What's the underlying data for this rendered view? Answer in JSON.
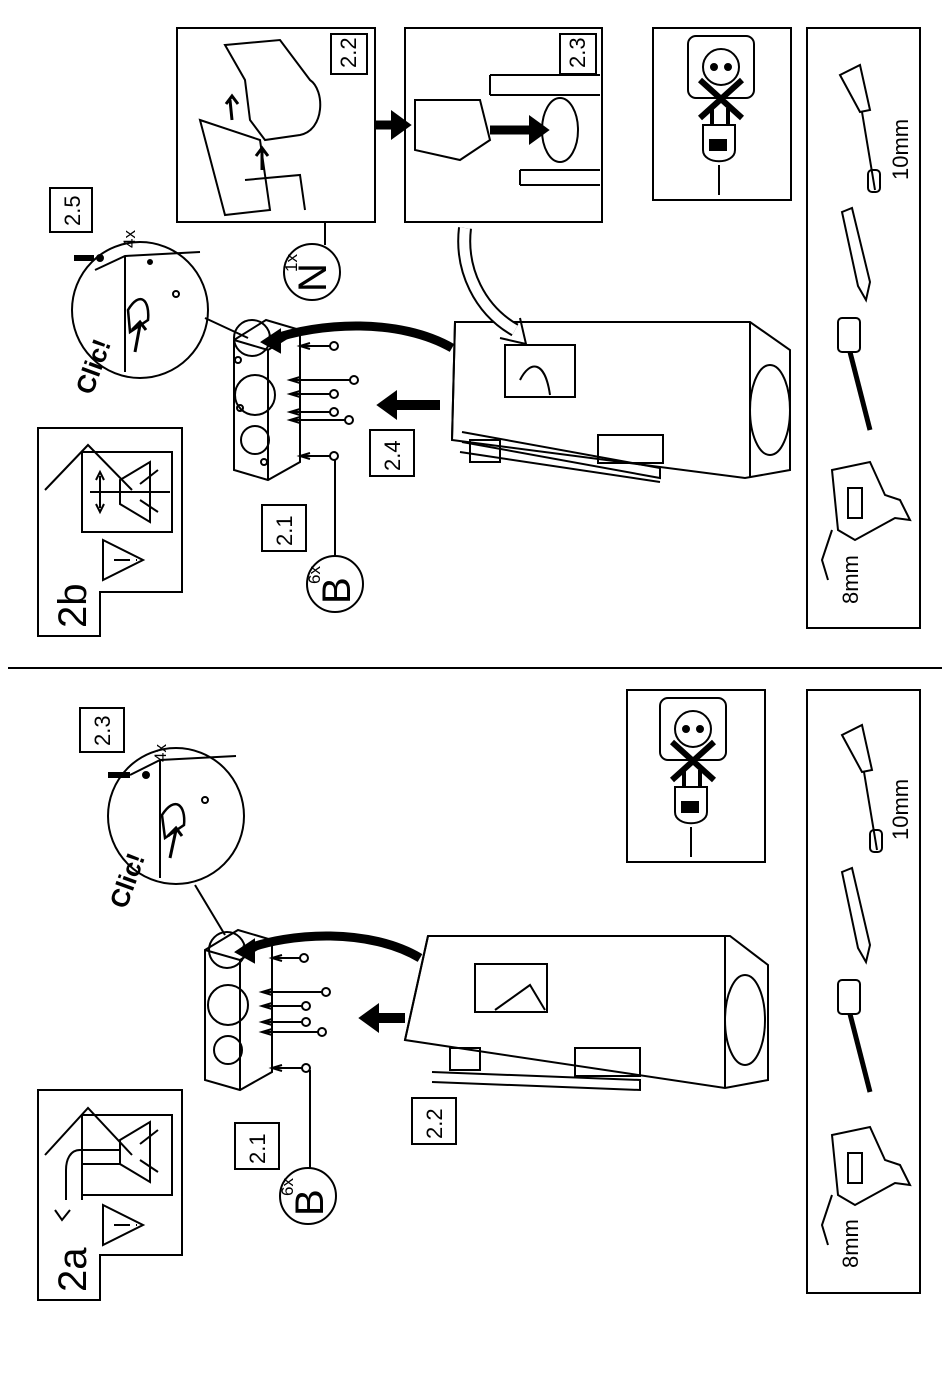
{
  "step_2b": {
    "panel_label": "2b",
    "steps": [
      "2.1",
      "2.2",
      "2.3",
      "2.4",
      "2.5"
    ],
    "part_b": {
      "letter": "B",
      "qty": "6x"
    },
    "part_n": {
      "letter": "N",
      "qty": "1x"
    },
    "screw_qty": "4x",
    "click_text": "Clic!",
    "tools": {
      "drill_size": "8mm",
      "screwdriver_size": "10mm"
    }
  },
  "step_2a": {
    "panel_label": "2a",
    "steps": [
      "2.1",
      "2.2",
      "2.3"
    ],
    "part_b": {
      "letter": "B",
      "qty": "6x"
    },
    "screw_qty": "4x",
    "click_text": "Clic!",
    "tools": {
      "drill_size": "8mm",
      "screwdriver_size": "10mm"
    }
  }
}
